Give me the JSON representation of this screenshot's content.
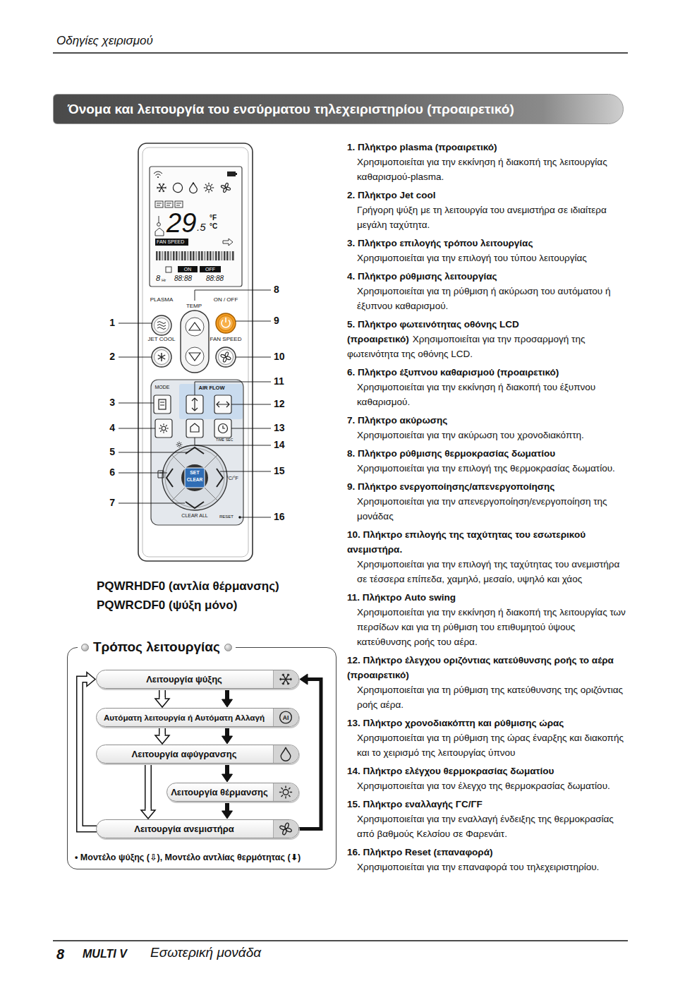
{
  "diagram": {
    "title": "Όνομα και λειτουργία του ενσύρματου τηλεχειριστηρίου (προαιρετικό)",
    "nodes": [
      {
        "text": [
          "Τρόπος λειτουργίας",
          "• Μοντέλο ψύξης (⇩), Μοντέλο αντλίας θερμότητας (⬇)"
        ]
      },
      {
        "text": [
          "Λειτουργία ψύξης"
        ],
        "in": 0
      },
      {
        "text": [
          "Αυτόματη λειτουργία ή Αυτόματη Αλλαγή",
          "AI"
        ],
        "in": 0
      },
      {
        "text": [
          "Λειτουργία αφύγρανσης"
        ],
        "in": 0
      },
      {
        "text": [
          "Λειτουργία θέρμανσης"
        ],
        "in": 0
      },
      {
        "text": [
          "Λειτουργία ανεμιστήρα"
        ],
        "in": 0
      }
    ],
    "edges": [
      {
        "from": 1,
        "to": 2,
        "arrow": "to"
      },
      {
        "from": 1,
        "to": 2,
        "arrow": "to"
      },
      {
        "from": 2,
        "to": 3,
        "arrow": "to"
      },
      {
        "from": 2,
        "to": 3,
        "arrow": "to"
      },
      {
        "from": 3,
        "to": 5,
        "arrow": "to"
      },
      {
        "from": 3,
        "to": 4,
        "arrow": "to"
      },
      {
        "from": 4,
        "to": 5,
        "arrow": "to"
      },
      {
        "from": 5,
        "to": 1,
        "arrow": "to"
      },
      {
        "from": 5,
        "to": 1,
        "arrow": "to"
      }
    ],
    "labels": [
      "Οδηγίες χειρισμού",
      "29",
      ".5",
      "°F",
      "°C",
      "FAN SPEED",
      "ON",
      "OFF",
      "8",
      "Hr",
      "88:88",
      "88:88",
      "PLASMA",
      "TEMP",
      "ON / OFF",
      "JET COOL",
      "FAN SPEED",
      "MODE",
      "AIR FLOW",
      "TIME",
      "SEC",
      "SET",
      "CLEAR",
      "°C/°F",
      "CLEAR ALL",
      "RESET",
      "1",
      "2",
      "3",
      "4",
      "5",
      "6",
      "7",
      "8",
      "9",
      "10",
      "11",
      "12",
      "13",
      "14",
      "15",
      "16",
      "PQWRHDF0 (αντλία θέρμανσης)",
      "PQWRCDF0 (ψύξη μόνο)",
      "1. Πλήκτρο plasma (προαιρετικό)",
      "Χρησιμοποιείται για την εκκίνηση ή διακοπή της λειτουργίας καθαρισμού-plasma.",
      "2. Πλήκτρο Jet cool",
      "Γρήγορη ψύξη με τη λειτουργία του ανεμιστήρα σε ιδιαίτερα μεγάλη ταχύτητα.",
      "3. Πλήκτρο επιλογής τρόπου λειτουργίας",
      "Χρησιμοποιείται για την επιλογή του τύπου λειτουργίας",
      "4. Πλήκτρο ρύθμισης λειτουργίας",
      "Χρησιμοποιείται για τη ρύθμιση ή ακύρωση του αυτόματου ή έξυπνου καθαρισμού.",
      "5. Πλήκτρο φωτεινότητας οθόνης LCD (προαιρετικό)",
      "Χρησιμοποιείται για την προσαρμογή της φωτεινότητα της οθόνης LCD.",
      "6. Πλήκτρο έξυπνου καθαρισμού (προαιρετικό)",
      "Χρησιμοποιείται για την εκκίνηση ή διακοπή του έξυπνου καθαρισμού.",
      "7. Πλήκτρο ακύρωσης",
      "Χρησιμοποιείται για την ακύρωση του χρονοδιακόπτη.",
      "8. Πλήκτρο ρύθμισης θερμοκρασίας δωματίου",
      "Χρησιμοποιείται για την επιλογή της θερμοκρασίας δωματίου.",
      "9. Πλήκτρο ενεργοποίησης/απενεργοποίησης",
      "Χρησιμοποιείται για την απενεργοποίηση/ενεργοποίηση της μονάδας",
      "10. Πλήκτρο επιλογής της ταχύτητας του εσωτερικού ανεμιστήρα.",
      "Χρησιμοποιείται για την επιλογή της ταχύτητας του ανεμιστήρα σε τέσσερα επίπεδα, χαμηλό, μεσαίο, υψηλό και χάος",
      "11. Πλήκτρο Auto swing",
      "Χρησιμοποιείται για την εκκίνηση ή διακοπή της λειτουργίας των περσίδων και για τη ρύθμιση του επιθυμητού ύψους κατεύθυνσης ροής του αέρα.",
      "12. Πλήκτρο έλεγχου οριζόντιας κατεύθυνσης ροής το αέρα (προαιρετικό)",
      "Χρησιμοποιείται για τη ρύθμιση της κατεύθυνσης της οριζόντιας ροής αέρα.",
      "13. Πλήκτρο χρονοδιακόπτη και ρύθμισης ώρας",
      "Χρησιμοποιείται για τη ρύθμιση της ώρας έναρξης και διακοπής και το χειρισμό της λειτουργίας ύπνου",
      "14. Πλήκτρο ελέγχου θερμοκρασίας δωματίου",
      "Χρησιμοποιείται για τον έλεγχο της θερμοκρασίας δωματίου.",
      "15. Πλήκτρο εναλλαγής ΓC/ΓF",
      "Χρησιμοποιείται για την εναλλαγή ένδειξης της θερμοκρασίας από βαθμούς Κελσίου σε Φαρενάιτ.",
      "16. Πλήκτρο Reset (επαναφορά)",
      "Χρησιμοποιείται για την επαναφορά του τηλεχειριστηρίου.",
      "8",
      "MULTI V",
      "Εσωτερική μονάδα"
    ]
  }
}
